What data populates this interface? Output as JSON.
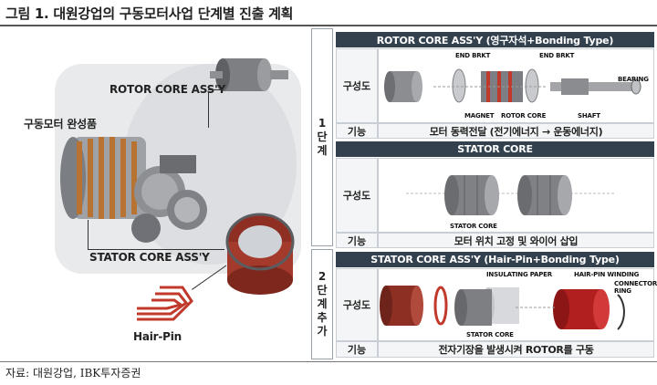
{
  "figure_title": "그림 1. 대원강업의 구동모터사업 단계별 진출 계획",
  "source": "자료: 대원강업, IBK투자증권",
  "left_panel": {
    "rotor_label": "ROTOR CORE ASS'Y",
    "motor_label": "구동모터 완성품",
    "stator_label": "STATOR CORE ASS'Y",
    "hairpin_label": "Hair-Pin"
  },
  "table": {
    "stage1_label": [
      "1",
      "단",
      "계"
    ],
    "stage2_label": [
      "2",
      "단",
      "계",
      "추",
      "가"
    ],
    "row_label_config": "구성도",
    "row_label_func": "기능",
    "sections": [
      {
        "header": "ROTOR CORE ASS'Y (영구자석+Bonding Type)",
        "function": "모터 동력전달 (전기에너지 → 운동에너지)",
        "parts": [
          "END BRKT",
          "END BRKT",
          "BEARING",
          "MAGNET",
          "ROTOR CORE",
          "SHAFT"
        ]
      },
      {
        "header": "STATOR CORE",
        "function": "모터 위치 고정 및 와이어 삽입",
        "parts": [
          "STATOR CORE"
        ]
      },
      {
        "header": "STATOR CORE ASS'Y (Hair-Pin+Bonding Type)",
        "function": "전자기장을 발생시켜 ROTOR를 구동",
        "parts": [
          "INSULATING PAPER",
          "HAIR-PIN WINDING",
          "CONNECTOR RING",
          "STATOR CORE"
        ]
      }
    ]
  },
  "colors": {
    "header_bg": "#33414f",
    "hairpin_red": "#c0392b",
    "copper": "#b87333"
  }
}
